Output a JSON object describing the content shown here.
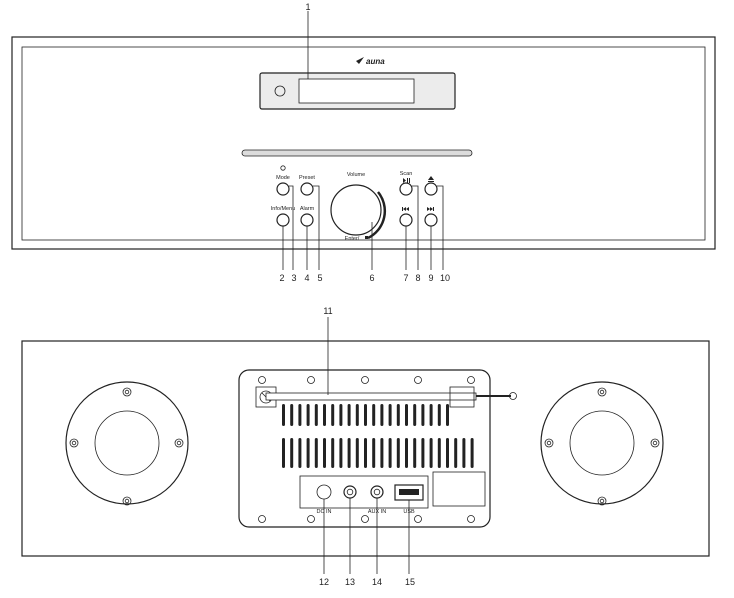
{
  "brand": {
    "name": "auna"
  },
  "front": {
    "callouts": [
      "1",
      "2",
      "3",
      "4",
      "5",
      "6",
      "7",
      "8",
      "9",
      "10"
    ],
    "labels": {
      "mode": "Mode",
      "preset": "Preset",
      "volume": "Volume",
      "scan": "Scan",
      "info_menu": "Info/Menu",
      "alarm": "Alarm",
      "enter": "Enter/"
    }
  },
  "rear": {
    "callouts": [
      "11",
      "12",
      "13",
      "14",
      "15"
    ],
    "labels": {
      "dc_in": "DC IN",
      "phones": "",
      "aux_in": "AUX IN",
      "usb": "USB"
    }
  }
}
